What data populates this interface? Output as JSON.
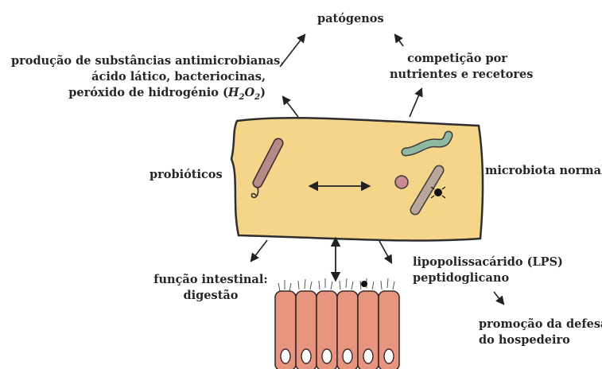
{
  "labels": {
    "pathogens": "patógenos",
    "production": {
      "line1": "produção de substâncias antimicrobianas,",
      "line2": "ácido lático, bacteriocinas,",
      "line3_prefix": "peróxido de hidrogénio (",
      "line3_formula_H": "H",
      "line3_formula_sub1": "2",
      "line3_formula_O": "O",
      "line3_formula_sub2": "2",
      "line3_suffix": ")"
    },
    "competition": {
      "line1": "competição por",
      "line2": "nutrientes e recetores"
    },
    "probiotics": "probióticos",
    "normal_microbiota": "microbiota normal",
    "intestinal_function": {
      "line1": "função intestinal:",
      "line2": "digestão"
    },
    "lps": {
      "line1": "lipopolissacárido (LPS)",
      "line2": "peptidoglicano"
    },
    "host_defense": {
      "line1": "promoção da defesa",
      "line2": "do hospedeiro"
    }
  },
  "colors": {
    "lumen_fill": "#f5d58a",
    "lumen_stroke": "#2e2e2e",
    "probiotic_rod": "#b68a86",
    "green_bacterium": "#8fb8a0",
    "pink_coccus": "#c98b8e",
    "grey_rod": "#b9a79a",
    "epithelial_cell": "#e8957f",
    "arrow": "#222222"
  }
}
